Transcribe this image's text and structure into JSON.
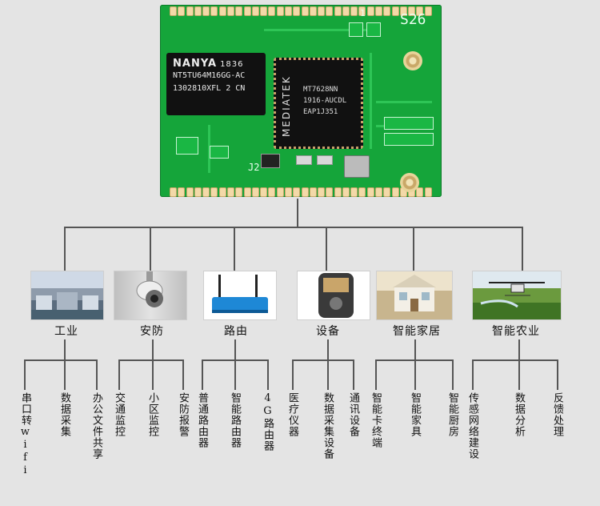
{
  "module": {
    "ram_chip": {
      "brand": "NANYA",
      "date_code": "1836",
      "part": "NT5TU64M16GG-AC",
      "lot": "1302810XFL 2  CN"
    },
    "soc_chip": {
      "maker": "MEDIATEK",
      "part": "MT7628NN",
      "code1": "1916-AUCDL",
      "code2": "EAP1J351"
    },
    "silk_1": "S26",
    "silk_2": "J2",
    "silk_3": "1"
  },
  "categories": [
    {
      "label": "工业",
      "image": "factory-photo",
      "items": [
        "串口转wifi",
        "数据采集",
        "办公文件共享"
      ]
    },
    {
      "label": "安防",
      "image": "security-camera-photo",
      "items": [
        "交通监控",
        "小区监控",
        "安防报警"
      ]
    },
    {
      "label": "路由",
      "image": "router-photo",
      "items": [
        "普通路由器",
        "智能路由器",
        "4G路由器"
      ]
    },
    {
      "label": "设备",
      "image": "handheld-device-photo",
      "items": [
        "医疗仪器",
        "数据采集设备",
        "通讯设备"
      ]
    },
    {
      "label": "智能家居",
      "image": "smart-home-photo",
      "items": [
        "智能卡终端",
        "智能家具",
        "智能厨房"
      ]
    },
    {
      "label": "智能农业",
      "image": "drone-farm-photo",
      "items": [
        "传感网络建设",
        "数据分析",
        "反馈处理"
      ]
    }
  ],
  "colors": {
    "background": "#e4e4e4",
    "pcb": "#15a53a",
    "line": "#555555"
  }
}
